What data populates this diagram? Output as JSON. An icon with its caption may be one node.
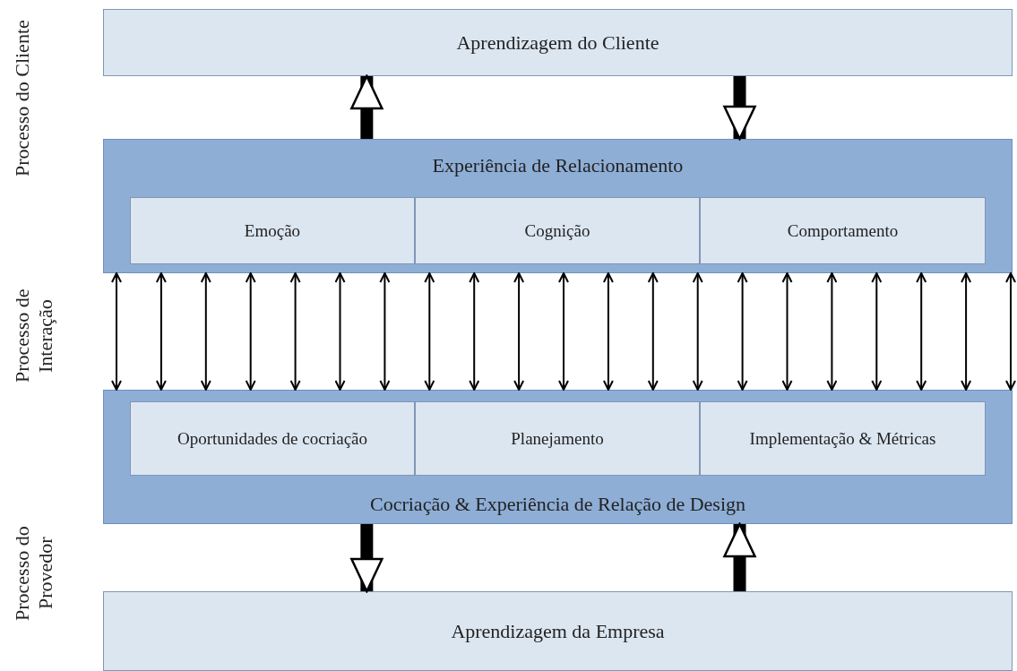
{
  "diagram": {
    "nodes": [
      {
        "text": [
          "Aprendizagem do Cliente"
        ]
      },
      {
        "text": [
          "Experiência de Relacionamento"
        ]
      },
      {
        "text": [
          "Emoção"
        ],
        "in": 1
      },
      {
        "text": [
          "Cognição"
        ],
        "in": 1
      },
      {
        "text": [
          "Comportamento"
        ],
        "in": 1
      },
      {
        "text": [
          "Cocriação & Experiência de Relação de Design"
        ]
      },
      {
        "text": [
          "Oportunidades de cocriação"
        ],
        "in": 5
      },
      {
        "text": [
          "Planejamento"
        ],
        "in": 5
      },
      {
        "text": [
          "Implementação & Métricas"
        ],
        "in": 5
      },
      {
        "text": [
          "Aprendizagem da Empresa"
        ]
      }
    ],
    "edges": [
      {
        "from": 1,
        "to": 0,
        "arrow": "to",
        "style": "thick"
      },
      {
        "from": 0,
        "to": 1,
        "arrow": "to",
        "style": "thick"
      },
      {
        "from": 1,
        "to": 5,
        "arrow": "both"
      },
      {
        "from": 1,
        "to": 5,
        "arrow": "both"
      },
      {
        "from": 1,
        "to": 5,
        "arrow": "both"
      },
      {
        "from": 1,
        "to": 5,
        "arrow": "both"
      },
      {
        "from": 1,
        "to": 5,
        "arrow": "both"
      },
      {
        "from": 1,
        "to": 5,
        "arrow": "both"
      },
      {
        "from": 1,
        "to": 5,
        "arrow": "both"
      },
      {
        "from": 1,
        "to": 5,
        "arrow": "both"
      },
      {
        "from": 1,
        "to": 5,
        "arrow": "both"
      },
      {
        "from": 1,
        "to": 5,
        "arrow": "both"
      },
      {
        "from": 1,
        "to": 5,
        "arrow": "both"
      },
      {
        "from": 1,
        "to": 5,
        "arrow": "both"
      },
      {
        "from": 1,
        "to": 5,
        "arrow": "both"
      },
      {
        "from": 1,
        "to": 5,
        "arrow": "both"
      },
      {
        "from": 1,
        "to": 5,
        "arrow": "both"
      },
      {
        "from": 1,
        "to": 5,
        "arrow": "both"
      },
      {
        "from": 1,
        "to": 5,
        "arrow": "both"
      },
      {
        "from": 1,
        "to": 5,
        "arrow": "both"
      },
      {
        "from": 1,
        "to": 5,
        "arrow": "both"
      },
      {
        "from": 1,
        "to": 5,
        "arrow": "both"
      },
      {
        "from": 1,
        "to": 5,
        "arrow": "both"
      },
      {
        "from": 5,
        "to": 9,
        "arrow": "to",
        "style": "thick"
      },
      {
        "from": 9,
        "to": 5,
        "arrow": "to",
        "style": "thick"
      }
    ],
    "labels": [
      "Processo do Cliente",
      "Processo de Interação",
      "Processo do Provedor"
    ]
  }
}
